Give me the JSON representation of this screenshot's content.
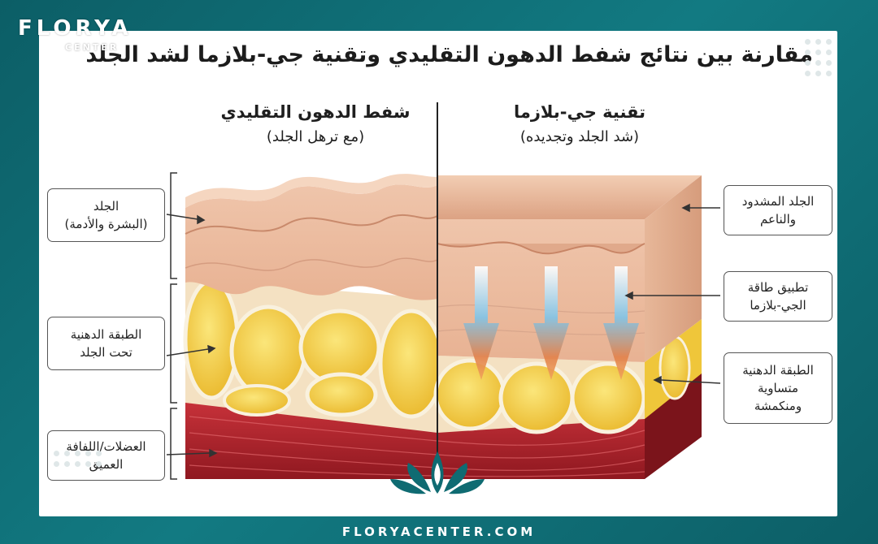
{
  "title": "مقارنة بين نتائج شفط الدهون التقليدي وتقنية جي-بلازما لشد الجلد",
  "brand": {
    "name": "FLORYA",
    "sub": "CENTER",
    "website": "FLORYACENTER.COM"
  },
  "columns": {
    "left": {
      "heading": "شفط الدهون التقليدي",
      "sub": "(مع ترهل الجلد)"
    },
    "right": {
      "heading": "تقنية جي-بلازما",
      "sub": "(شد الجلد وتجديده)"
    }
  },
  "callouts_left": [
    {
      "line1": "الجلد",
      "line2": "(البشرة والأدمة)"
    },
    {
      "line1": "الطبقة الدهنية",
      "line2": "تحت الجلد"
    },
    {
      "line1": "العضلات/اللفافة",
      "line2": "العميق"
    }
  ],
  "callouts_right": [
    {
      "line1": "الجلد المشدود",
      "line2": "والناعم"
    },
    {
      "line1": "تطبيق طاقة",
      "line2": "الجي-بلازما"
    },
    {
      "line1": "الطبقة الدهنية",
      "line2": "متساوية",
      "line3": "ومنكمشة"
    }
  ],
  "colors": {
    "frame": "#0f6b72",
    "skin": "#e9b89a",
    "fat": "#f3cf3c",
    "muscle": "#b8202a",
    "plasma": "#7fc4e8"
  }
}
